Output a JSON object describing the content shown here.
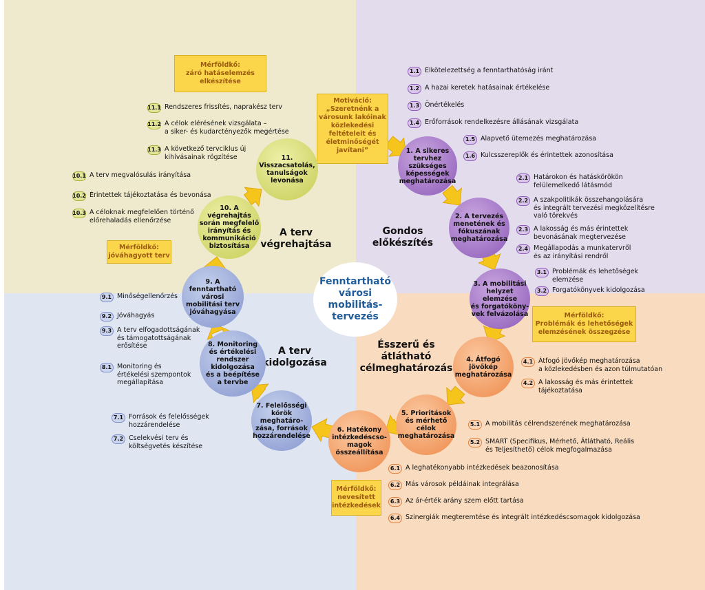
{
  "center": {
    "title": "Fenntartható\nvárosi\nmobilitás-\ntervezés"
  },
  "phases": {
    "preparation": "Gondos\nelőkészítés",
    "goals": "Ésszerű és\nátlátható\ncélmeghatározás",
    "development": "A terv\nkidolgozása",
    "implementation": "A terv\nvégrehajtása"
  },
  "motivation": "Motiváció:\n„Szeretnénk a\nvárosunk lakóinak\nközlekedési\nfeltételeit és\néletminőségét\njavítani”",
  "milestones": {
    "final": "Mérföldkő:\nzáró hatáselemzés\nelkészítése",
    "approved": "Mérföldkő:\njóváhagyott terv",
    "analysis": "Mérföldkő:\nProblémák és lehetőségek\nelemzésének összegzése",
    "measures": "Mérföldkő:\nnevesített\nintézkedések"
  },
  "steps": [
    {
      "id": "1",
      "label": "1. A sikeres\ntervhez szükséges\nképességek\nmeghatározása"
    },
    {
      "id": "2",
      "label": "2. A tervezés\nmenetének és\nfókuszának\nmeghatározása"
    },
    {
      "id": "3",
      "label": "3. A mobilitási\nhelyzet elemzése\nés forgatóköny-\nvek felvázolása"
    },
    {
      "id": "4",
      "label": "4. Átfogó\njövőkép\nmeghatározása"
    },
    {
      "id": "5",
      "label": "5. Prioritások\nés mérhető\ncélok\nmeghatározása"
    },
    {
      "id": "6",
      "label": "6. Hatékony\nintézkedéscso-\nmagok\nösszeállítása"
    },
    {
      "id": "7",
      "label": "7. Felelősségi\nkörök meghatáro-\nzása, források\nhozzárendelése"
    },
    {
      "id": "8",
      "label": "8. Monitoring\nés értékelési\nrendszer\nkidolgozása\nés a beépítése\na tervbe"
    },
    {
      "id": "9",
      "label": "9. A fenntartható\nvárosi\nmobilitási terv\njóváhagyása"
    },
    {
      "id": "10",
      "label": "10. A végrehajtás\nsorán megfelelő\nirányítás és\nkommunikáció\nbiztosítása"
    },
    {
      "id": "11",
      "label": "11. Visszacsatolás,\ntanulságok\nlevonása"
    }
  ],
  "items": [
    {
      "n": "1.1",
      "t": "Elkötelezettség a fenntarthatóság iránt"
    },
    {
      "n": "1.2",
      "t": "A hazai keretek hatásainak értékelése"
    },
    {
      "n": "1.3",
      "t": "Önértékelés"
    },
    {
      "n": "1.4",
      "t": "Erőforrások rendelkezésre állásának vizsgálata"
    },
    {
      "n": "1.5",
      "t": "Alapvető ütemezés meghatározása"
    },
    {
      "n": "1.6",
      "t": "Kulcsszereplők és érintettek azonosítása"
    },
    {
      "n": "2.1",
      "t": "Határokon és hatáskörökön\nfelülemelkedő látásmód"
    },
    {
      "n": "2.2",
      "t": "A szakpolitikák összehangolására\nés integrált tervezési megközelítésre\nvaló törekvés"
    },
    {
      "n": "2.3",
      "t": "A lakosság és más érintettek\nbevonásának megtervezése"
    },
    {
      "n": "2.4",
      "t": "Megállapodás a munkatervről\nés az irányítási rendről"
    },
    {
      "n": "3.1",
      "t": "Problémák és lehetőségek\nelemzése"
    },
    {
      "n": "3.2",
      "t": "Forgatókönyvek kidolgozása"
    },
    {
      "n": "4.1",
      "t": "Átfogó jövőkép meghatározása\na közlekedésben és azon túlmutatóan"
    },
    {
      "n": "4.2",
      "t": "A lakosság és más érintettek\ntájékoztatása"
    },
    {
      "n": "5.1",
      "t": "A mobilitás célrendszerének meghatározása"
    },
    {
      "n": "5.2",
      "t": "SMART (Specifikus, Mérhető, Átlátható, Reális\nés Teljesíthető) célok megfogalmazása"
    },
    {
      "n": "6.1",
      "t": "A leghatékonyabb intézkedések beazonosítása"
    },
    {
      "n": "6.2",
      "t": "Más városok példáinak integrálása"
    },
    {
      "n": "6.3",
      "t": "Az ár-érték arány szem előtt tartása"
    },
    {
      "n": "6.4",
      "t": "Szinergiák megteremtése és integrált intézkedéscsomagok kidolgozása"
    },
    {
      "n": "7.1",
      "t": "Források és felelősségek\nhozzárendelése"
    },
    {
      "n": "7.2",
      "t": "Cselekvési terv és\nköltségvetés készítése"
    },
    {
      "n": "8.1",
      "t": "Monitoring és\nértékelési szempontok\nmegállapítása"
    },
    {
      "n": "9.1",
      "t": "Minőségellenőrzés"
    },
    {
      "n": "9.2",
      "t": "Jóváhagyás"
    },
    {
      "n": "9.3",
      "t": "A terv elfogadottságának\nés támogatottságának\nerősítése"
    },
    {
      "n": "10.1",
      "t": "A terv megvalósulás irányítása"
    },
    {
      "n": "10.2",
      "t": "Érintettek tájékoztatása és bevonása"
    },
    {
      "n": "10.3",
      "t": "A céloknak megfelelően történő\nelőrehaladás ellenőrzése"
    },
    {
      "n": "11.1",
      "t": "Rendszeres frissítés, naprakész terv"
    },
    {
      "n": "11.2",
      "t": "A célok elérésének vizsgálata –\na siker- és kudarctényezők megértése"
    },
    {
      "n": "11.3",
      "t": "A következő tervciklus új\nkihívásainak rögzítése"
    }
  ]
}
